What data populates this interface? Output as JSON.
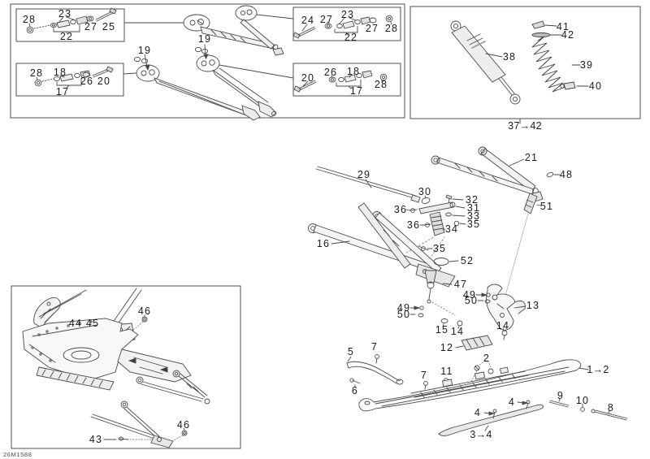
{
  "diagram": {
    "description": "Exploded parts diagram - front suspension and ski",
    "part_code": "26M1588",
    "colors": {
      "line": "#4a4a4a",
      "shade": "#e8e8e8",
      "background": "#ffffff",
      "label": "#1b1b1b"
    }
  },
  "callouts": {
    "box_a": [
      "28",
      "23",
      "27",
      "25",
      "22"
    ],
    "box_b": [
      "28",
      "18",
      "26",
      "20",
      "17"
    ],
    "arms": [
      "19",
      "19"
    ],
    "box_c": [
      "24",
      "27",
      "23",
      "27",
      "28",
      "22"
    ],
    "box_d": [
      "20",
      "26",
      "18",
      "28",
      "17"
    ],
    "shock_box": [
      "41",
      "42",
      "38",
      "39",
      "40"
    ],
    "shock_range": "37→42",
    "front": [
      "21",
      "48",
      "29",
      "30",
      "32",
      "31",
      "36",
      "33",
      "35",
      "36",
      "34",
      "51",
      "16",
      "35",
      "52",
      "47",
      "49",
      "50",
      "13",
      "49",
      "50",
      "15",
      "14",
      "14",
      "12",
      "2",
      "5",
      "7",
      "7",
      "11",
      "6",
      "9",
      "10",
      "8",
      "4",
      "4"
    ],
    "ski_range": "1→2",
    "runner_range": "3→4",
    "frame_box": [
      "46",
      "44",
      "45",
      "43",
      "46"
    ]
  }
}
